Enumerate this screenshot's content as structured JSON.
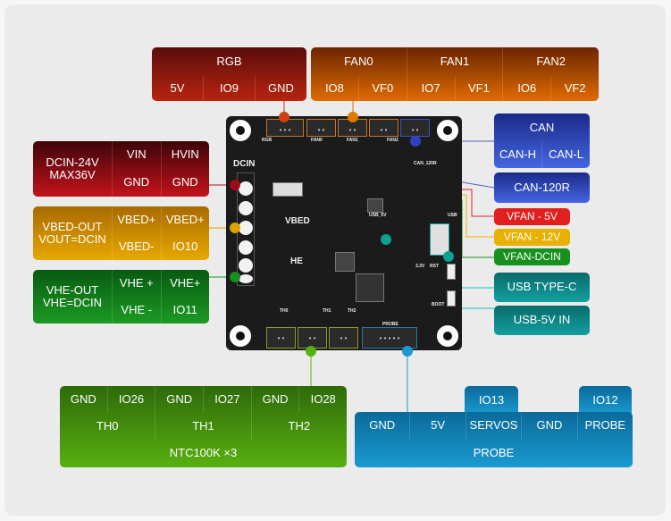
{
  "rgb": {
    "title": "RGB",
    "pins": [
      "5V",
      "IO9",
      "GND"
    ]
  },
  "fans": [
    {
      "title": "FAN0",
      "pins": [
        "IO8",
        "VF0"
      ]
    },
    {
      "title": "FAN1",
      "pins": [
        "IO7",
        "VF1"
      ]
    },
    {
      "title": "FAN2",
      "pins": [
        "IO6",
        "VF2"
      ]
    }
  ],
  "dcin": {
    "title": "DCIN-24V\nMAX36V",
    "pins": [
      [
        "VIN",
        "HVIN"
      ],
      [
        "GND",
        "GND"
      ]
    ]
  },
  "vbed": {
    "title": "VBED-OUT\nVOUT=DCIN",
    "pins": [
      [
        "VBED+",
        "VBED+"
      ],
      [
        "VBED-",
        "IO10"
      ]
    ]
  },
  "vhe": {
    "title": "VHE-OUT\nVHE=DCIN",
    "pins": [
      [
        "VHE +",
        "VHE+"
      ],
      [
        "VHE -",
        "IO11"
      ]
    ]
  },
  "can": {
    "title": "CAN",
    "pins": [
      "CAN-H",
      "CAN-L"
    ]
  },
  "can120": "CAN-120R",
  "vfan": [
    "VFAN - 5V",
    "VFAN - 12V",
    "VFAN-DCIN"
  ],
  "usb": [
    "USB TYPE-C",
    "USB-5V IN"
  ],
  "th": {
    "pins": [
      "GND",
      "IO26",
      "GND",
      "IO27",
      "GND",
      "IO28"
    ],
    "groups": [
      "TH0",
      "TH1",
      "TH2"
    ],
    "footer": "NTC100K ×3"
  },
  "probe": {
    "top": [
      "IO13",
      "IO12"
    ],
    "pins": [
      "GND",
      "5V",
      "SERVOS",
      "GND",
      "PROBE"
    ],
    "footer": "PROBE"
  },
  "board": {
    "dcin": "DCIN",
    "vbed": "VBED",
    "he": "HE",
    "usb": "USB",
    "usb5v": "USB_5V",
    "can120": "CAN_120R",
    "boot": "BOOT",
    "rst": "RST",
    "v33": "3.3V",
    "th0": "TH0",
    "th1": "TH1",
    "th2": "TH2",
    "probe": "PROBE",
    "rgbsilk": "RGB",
    "fan0": "FAN0",
    "fan1": "FAN1",
    "fan2": "FAN2"
  },
  "colors": {
    "rgb": "#c0300f",
    "fan": "#e06b00",
    "dcin": "#b0101a",
    "vbed": "#e0a000",
    "vhe": "#18901e",
    "can": "#3050d0",
    "vfan5": "#e02020",
    "vfan12": "#e8b000",
    "vfandcin": "#18901e",
    "usb": "#10a0a0",
    "th": "#58b010",
    "probe": "#1a9ad0"
  }
}
